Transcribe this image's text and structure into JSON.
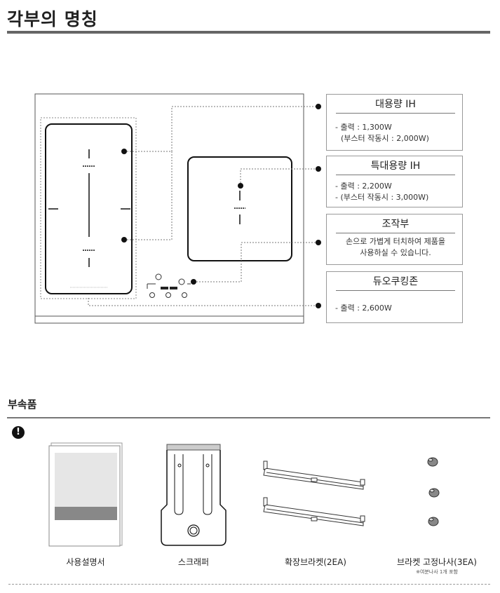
{
  "page": {
    "title": "각부의 명칭"
  },
  "cooktop": {
    "zones": [
      {
        "title": "대용량 IH",
        "lines": [
          "- 출력 : 1,300W",
          "(부스터 작동시 : 2,000W)"
        ]
      },
      {
        "title": "특대용량 IH",
        "lines": [
          "- 출력 : 2,200W",
          "- (부스터 작동시 : 3,000W)"
        ]
      },
      {
        "title": "조작부",
        "lines": [
          "손으로 가볍게 터치하여 제품을",
          "사용하실 수 있습니다."
        ]
      },
      {
        "title": "듀오쿠킹존",
        "lines": [
          "- 출력 : 2,600W"
        ]
      }
    ]
  },
  "accessories": {
    "title": "부속품",
    "warning_icon": "exclamation-circle-icon",
    "items": [
      {
        "label": "사용설명서"
      },
      {
        "label": "스크래퍼"
      },
      {
        "label": "확장브라켓(2EA)"
      },
      {
        "label": "브라켓 고정나사(3EA)",
        "note": "※여분나사 1개 포함"
      }
    ]
  }
}
